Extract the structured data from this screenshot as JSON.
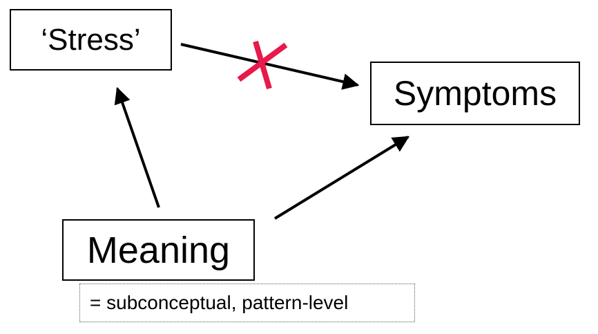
{
  "nodes": {
    "stress": "‘Stress’",
    "symptoms": "Symptoms",
    "meaning": "Meaning"
  },
  "note": "= subconceptual, pattern-level",
  "colors": {
    "arrow": "#000000",
    "cross": "#e8194b",
    "box_border": "#000000"
  },
  "icons": {
    "blocked_link": "red-x-cross-icon"
  }
}
